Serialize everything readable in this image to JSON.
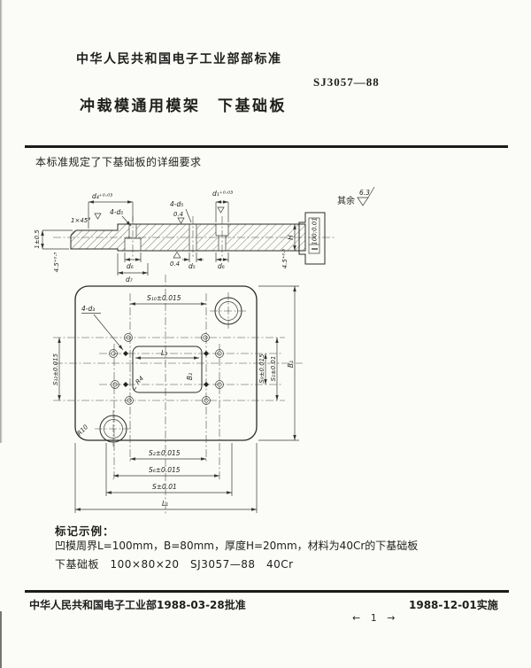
{
  "colors": {
    "paper": "#fbfbf8",
    "ink": "#1e1e1c",
    "line": "#2b2b28"
  },
  "header": {
    "ministry_standard": "中华人民共和国电子工业部部标准",
    "standard_number": "SJ3057—88",
    "title": "冲裁模通用模架　下基础板"
  },
  "intro": "本标准规定了下基础板的详细要求",
  "drawing": {
    "rough_note": {
      "prefix": "其余",
      "value": "6.3"
    },
    "section": {
      "d4": "d₄⁺⁰·⁰³",
      "fourd5_left": "4-d₅",
      "fourd5_right": "4-d₅",
      "rough1": "0.4",
      "d1": "d₁⁺⁰·⁰³",
      "rough2": "0.4",
      "chamfer": "1×45°",
      "d6l": "d₆",
      "d7": "d₇",
      "d5": "d₅",
      "d6r": "d₆",
      "left1": "1±0.5",
      "left2": "4.5⁺⁰·⁵",
      "right1": "4.5⁺⁰·⁵",
      "h": "H",
      "par_sym": "∥",
      "par_val": "100:0.01"
    },
    "plan": {
      "fourd3": "4-d₃",
      "s10": "S₁₀±0.015",
      "s9": "S₉±0.015",
      "s1": "S₁±0.01",
      "b1": "B₁",
      "s12": "S₁₂±0.015",
      "s2": "S₂±0.015",
      "s6": "S₆±0.015",
      "s": "S±0.01",
      "l1": "L₁",
      "l2": "L₂",
      "b2": "B₂",
      "r4": "R4",
      "r10": "R10"
    }
  },
  "example": {
    "heading": "标记示例：",
    "line1": "凹模周界L=100mm，B=80mm，厚度H=20mm，材料为40Cr的下基础板",
    "line2": "下基础板　100×80×20　SJ3057—88　40Cr"
  },
  "footer": {
    "approved": "中华人民共和国电子工业部1988-03-28批准",
    "effective": "1988-12-01实施",
    "page_no": "← 1 →"
  }
}
